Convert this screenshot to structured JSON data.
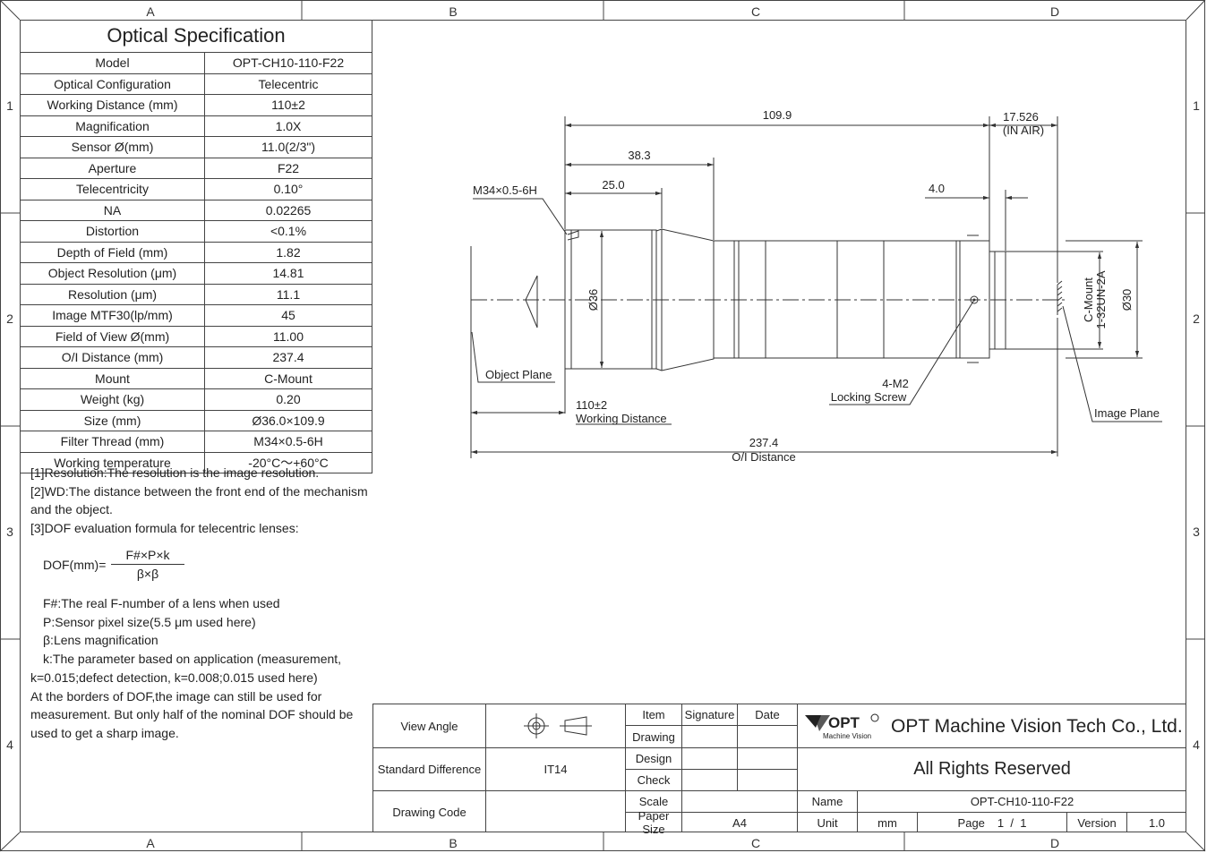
{
  "zones": {
    "columns": [
      "A",
      "B",
      "C",
      "D"
    ],
    "rows": [
      "1",
      "2",
      "3",
      "4"
    ]
  },
  "spec": {
    "title": "Optical Specification",
    "rows": [
      {
        "k": "Model",
        "v": "OPT-CH10-110-F22"
      },
      {
        "k": "Optical Configuration",
        "v": "Telecentric"
      },
      {
        "k": "Working Distance (mm)",
        "v": "110±2"
      },
      {
        "k": "Magnification",
        "v": "1.0X"
      },
      {
        "k": "Sensor Ø(mm)",
        "v": "11.0(2/3\")"
      },
      {
        "k": "Aperture",
        "v": "F22"
      },
      {
        "k": "Telecentricity",
        "v": "0.10°"
      },
      {
        "k": "NA",
        "v": "0.02265"
      },
      {
        "k": "Distortion",
        "v": "<0.1%"
      },
      {
        "k": "Depth of Field (mm)",
        "v": "1.82"
      },
      {
        "k": "Object Resolution (μm)",
        "v": "14.81"
      },
      {
        "k": "Resolution (μm)",
        "v": "11.1"
      },
      {
        "k": "Image MTF30(lp/mm)",
        "v": "45"
      },
      {
        "k": "Field of View Ø(mm)",
        "v": "11.00"
      },
      {
        "k": "O/I Distance (mm)",
        "v": "237.4"
      },
      {
        "k": "Mount",
        "v": "C-Mount"
      },
      {
        "k": "Weight (kg)",
        "v": "0.20"
      },
      {
        "k": "Size (mm)",
        "v": "Ø36.0×109.9"
      },
      {
        "k": "Filter Thread (mm)",
        "v": "M34×0.5-6H"
      },
      {
        "k": "Working temperature",
        "v": "-20°C～+60°C"
      }
    ]
  },
  "notes": {
    "lines": [
      "[1]Resolution:The resolution is the image resolution.",
      "[2]WD:The distance between the front end of the mechanism",
      "and the object.",
      "[3]DOF evaluation formula for telecentric lenses:"
    ],
    "formula_lhs": "DOF(mm)=",
    "formula_num": "F#×P×k",
    "formula_den": "β×β",
    "defs": [
      "F#:The real F-number of a lens when used",
      "P:Sensor pixel size(5.5 μm used here)",
      "β:Lens magnification",
      "k:The parameter based on application (measurement,"
    ],
    "tail": [
      "k=0.015;defect detection, k=0.008;0.015 used here)",
      " At the borders of DOF,the image can still be used for",
      "measurement. But only half of the nominal DOF should be",
      "used to get a sharp image."
    ]
  },
  "drawing": {
    "dim_overall_length": "109.9",
    "dim_back_focus": "17.526",
    "dim_back_focus_note": "(IN AIR)",
    "dim_front_1": "38.3",
    "dim_front_2": "25.0",
    "dim_rear_step": "4.0",
    "filter_thread": "M34×0.5-6H",
    "dia_front": "Ø36",
    "dia_rear": "Ø30",
    "mount_label": "C-Mount",
    "mount_thread": "1-32UN-2A",
    "object_plane": "Object Plane",
    "image_plane": "Image Plane",
    "screw_qty": "4-M2",
    "screw_label": "Locking Screw",
    "wd_value": "110±2",
    "wd_label": "Working Distance",
    "oi_value": "237.4",
    "oi_label": "O/I Distance"
  },
  "titleblock": {
    "view_angle": "View Angle",
    "standard_difference": "Standard Difference",
    "standard_difference_value": "IT14",
    "drawing_code": "Drawing Code",
    "item": "Item",
    "signature": "Signature",
    "date": "Date",
    "drawing": "Drawing",
    "design": "Design",
    "check": "Check",
    "scale": "Scale",
    "paper_size": "Paper Size",
    "paper_size_value": "A4",
    "logo_text": "OPT",
    "logo_sub": "Machine Vision",
    "company": "OPT Machine Vision Tech Co., Ltd.",
    "rights": "All Rights Reserved",
    "name": "Name",
    "name_value": "OPT-CH10-110-F22",
    "unit": "Unit",
    "unit_value": "mm",
    "page": "Page",
    "page_value": "1  /  1",
    "version": "Version",
    "version_value": "1.0"
  }
}
